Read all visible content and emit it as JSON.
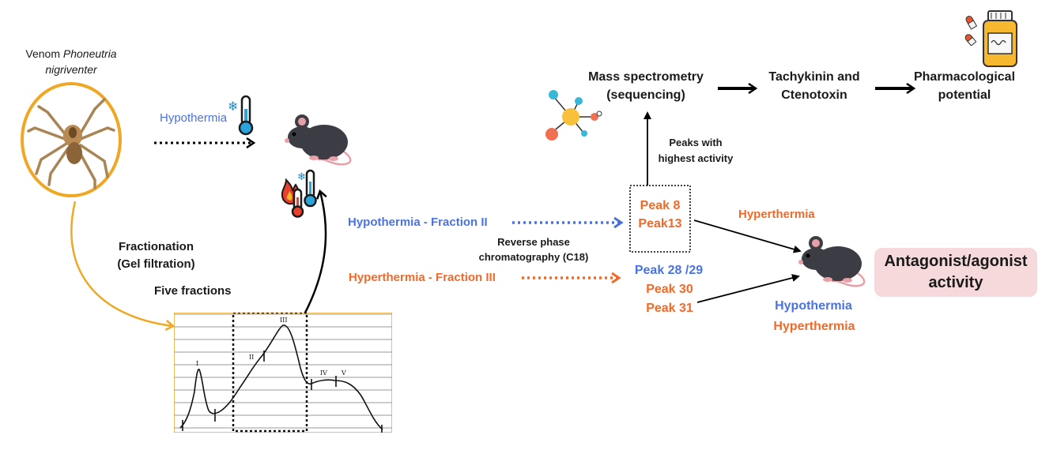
{
  "venom": {
    "line1_prefix": "Venom",
    "line1_italic": "Phoneutria",
    "line2_italic": "nigriventer"
  },
  "labels": {
    "hypothermia_top": "Hypothermia",
    "fractionation_line1": "Fractionation",
    "fractionation_line2": "(Gel filtration)",
    "five_fractions": "Five fractions",
    "hypo_fraction": "Hypothermia - Fraction II",
    "hyper_fraction": "Hyperthermia - Fraction III",
    "reverse_phase_line1": "Reverse phase",
    "reverse_phase_line2": "chromatography (C18)",
    "peak8": "Peak 8",
    "peak13": "Peak13",
    "peak2829": "Peak 28 /29",
    "peak30": "Peak 30",
    "peak31": "Peak 31",
    "peaks_highest_line1": "Peaks with",
    "peaks_highest_line2": "highest activity",
    "mass_spec_line1": "Mass spectrometry",
    "mass_spec_line2": "(sequencing)",
    "tachykinin_line1": "Tachykinin and",
    "tachykinin_line2": "Ctenotoxin",
    "pharma_line1": "Pharmacological",
    "pharma_line2": "potential",
    "hyperthermia_right": "Hyperthermia",
    "hypothermia_bottom": "Hypothermia",
    "hyperthermia_bottom": "Hyperthermia",
    "antagonist_line1": "Antagonist/agonist",
    "antagonist_line2": "activity"
  },
  "chromatogram": {
    "peak_labels": [
      "I",
      "II",
      "III",
      "IV",
      "V"
    ]
  },
  "icons": [
    "spider-photo",
    "snowflake-thermometer-icon",
    "mouse-icon",
    "fire-thermometer-icon",
    "molecule-icon",
    "medicine-bottle-icon",
    "pills-icon"
  ],
  "colors": {
    "blue": "#4a72e0",
    "orange": "#f06a2a",
    "gold": "#f0a824",
    "badge": "#f6d9da"
  }
}
